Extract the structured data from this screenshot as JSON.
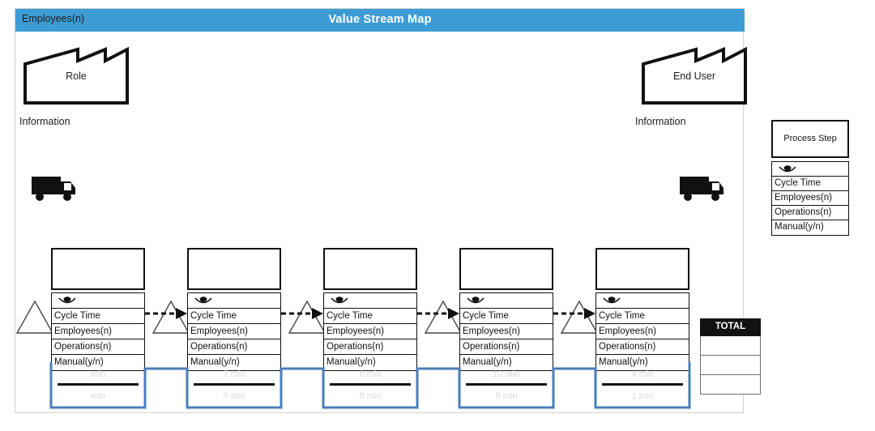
{
  "header": {
    "left_label": "Employees(n)",
    "title": "Value Stream Map",
    "bar_color": "#3d9cd5"
  },
  "endpoints": {
    "supplier": {
      "label": "Role",
      "icon": "factory-icon"
    },
    "customer": {
      "label": "End User",
      "icon": "factory-icon"
    },
    "info_left": "Information",
    "info_right": "Information"
  },
  "shipping": {
    "inbound_icon": "truck-icon",
    "outbound_icon": "truck-icon"
  },
  "process_steps": [
    {
      "id": "step-1",
      "title": "",
      "icon": "eye-icon",
      "rows": [
        "Cycle Time",
        "Employees(n)",
        "Operations(n)",
        "Manual(y/n)"
      ],
      "value_added_time": "min",
      "lead_time": "min"
    },
    {
      "id": "step-2",
      "title": "",
      "icon": "eye-icon",
      "rows": [
        "Cycle Time",
        "Employees(n)",
        "Operations(n)",
        "Manual(y/n)"
      ],
      "value_added_time": "7 min",
      "lead_time": "5 min"
    },
    {
      "id": "step-3",
      "title": "",
      "icon": "eye-icon",
      "rows": [
        "Cycle Time",
        "Employees(n)",
        "Operations(n)",
        "Manual(y/n)"
      ],
      "value_added_time": "6 min",
      "lead_time": "8 min"
    },
    {
      "id": "step-4",
      "title": "",
      "icon": "eye-icon",
      "rows": [
        "Cycle Time",
        "Employees(n)",
        "Operations(n)",
        "Manual(y/n)"
      ],
      "value_added_time": "10 min",
      "lead_time": "9 min"
    },
    {
      "id": "step-5",
      "title": "",
      "icon": "eye-icon",
      "rows": [
        "Cycle Time",
        "Employees(n)",
        "Operations(n)",
        "Manual(y/n)"
      ],
      "value_added_time": "4 min",
      "lead_time": "1 min"
    }
  ],
  "total": {
    "header": "TOTAL",
    "rows": [
      "",
      "",
      ""
    ]
  },
  "legend": {
    "box_label": "Process Step",
    "icon": "eye-icon",
    "rows": [
      "Cycle Time",
      "Employees(n)",
      "Operations(n)",
      "Manual(y/n)"
    ]
  },
  "colors": {
    "header_blue": "#3d9cd5",
    "ladder_blue": "#4a7ebb",
    "total_black": "#121212",
    "outline": "#111111",
    "faint_text": "#d8d8d8"
  }
}
